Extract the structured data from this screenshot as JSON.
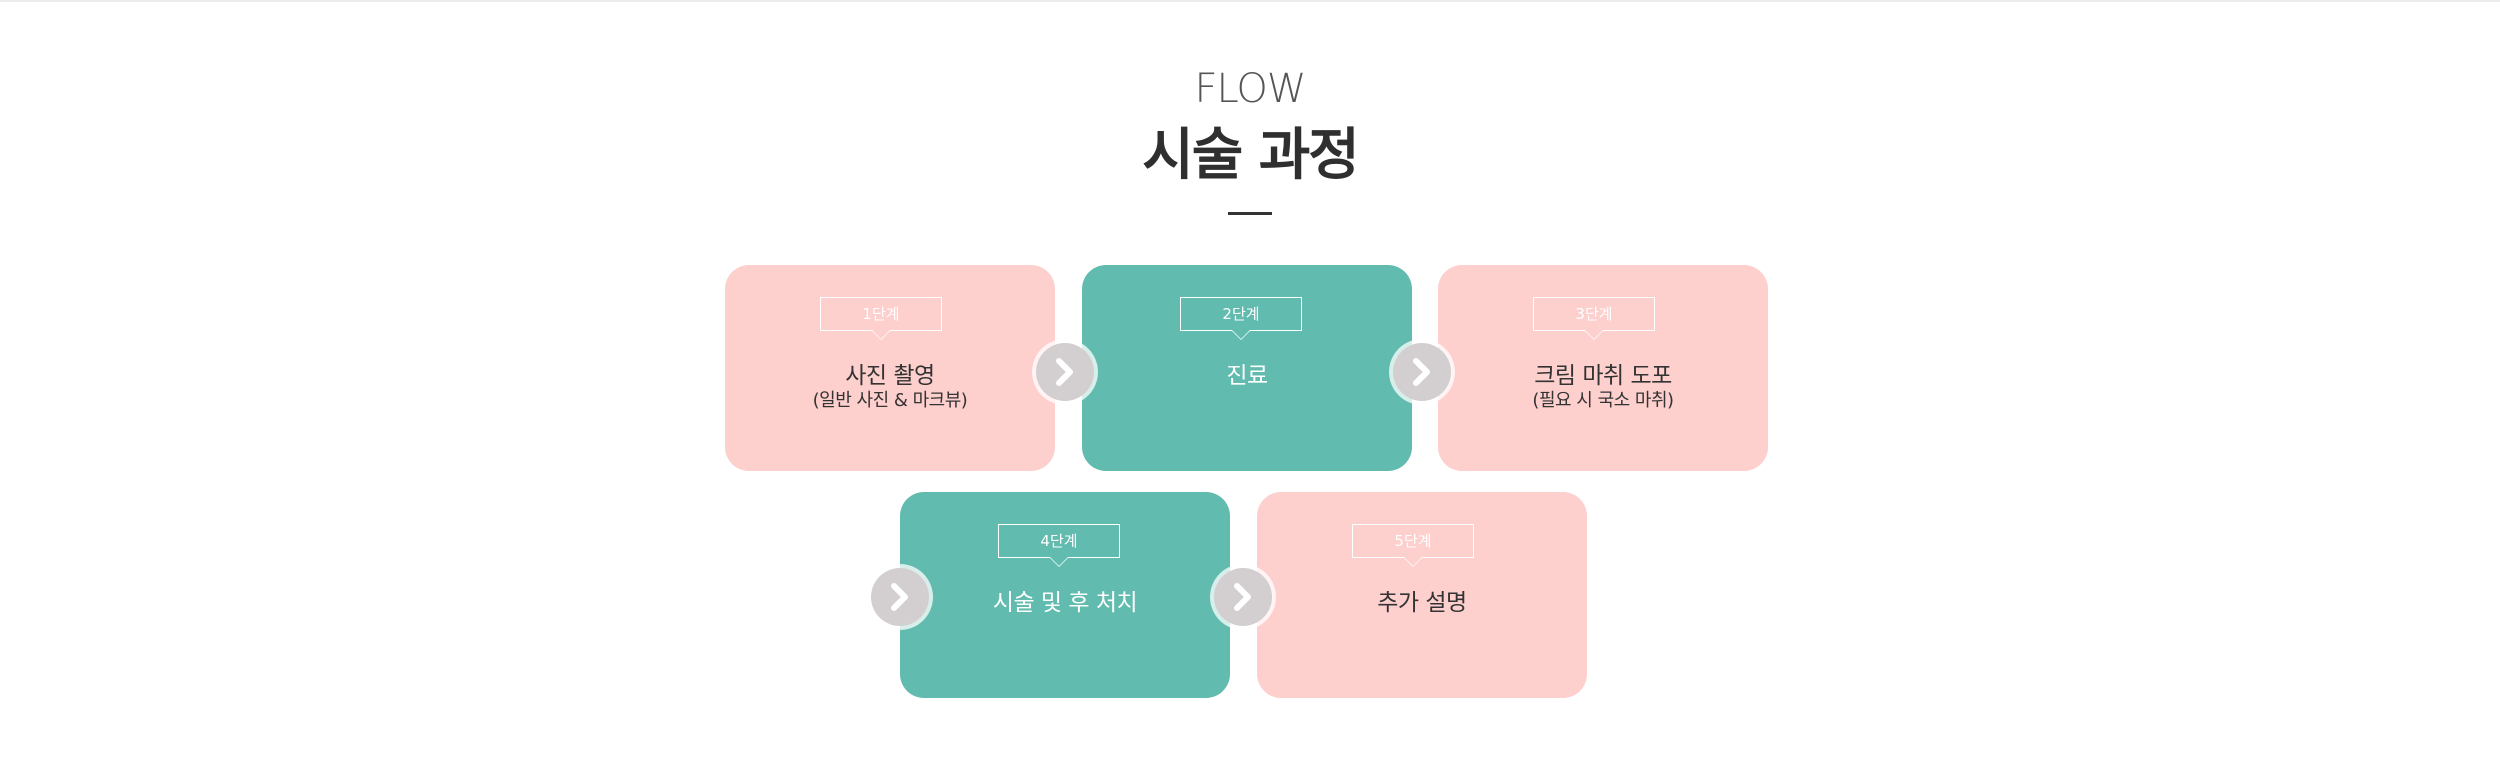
{
  "header": {
    "eyebrow": "FLOW",
    "title": "시술 과정"
  },
  "steps": [
    {
      "badge": "1단계",
      "title": "사진 촬영",
      "subtitle": "(일반 사진 & 마크뷰)",
      "color": "#fdcfcd"
    },
    {
      "badge": "2단계",
      "title": "진료",
      "subtitle": "",
      "color": "#61bbae"
    },
    {
      "badge": "3단계",
      "title": "크림 마취 도포",
      "subtitle": "(필요 시 국소 마취)",
      "color": "#fdcfcd"
    },
    {
      "badge": "4단계",
      "title": "시술 및 후 처치",
      "subtitle": "",
      "color": "#61bbae"
    },
    {
      "badge": "5단계",
      "title": "추가 설명",
      "subtitle": "",
      "color": "#fdcfcd"
    }
  ],
  "arrow_icon": "chevron-right-icon",
  "colors": {
    "pink": "#fdcfcd",
    "teal": "#61bbae",
    "arrow_circle": "#d3cfd0"
  }
}
